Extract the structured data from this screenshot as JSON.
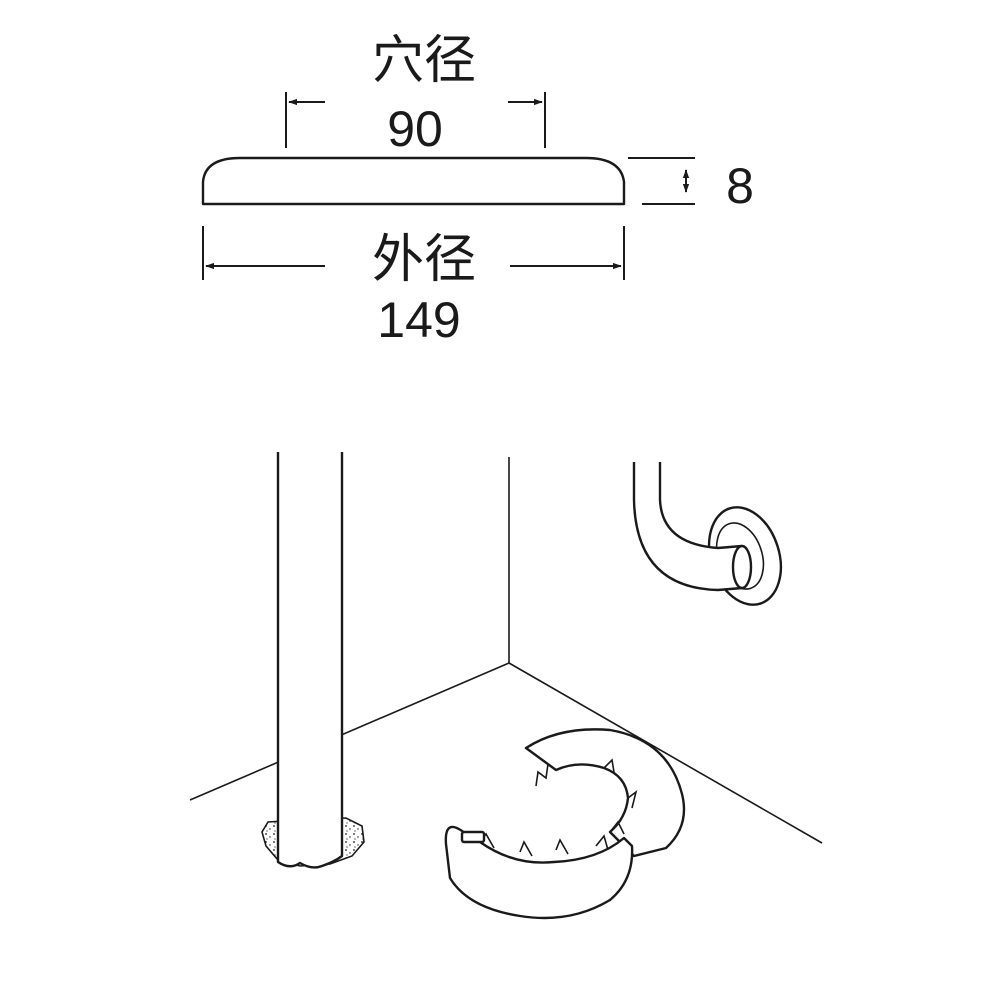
{
  "dimensions": {
    "hole_label": "穴径",
    "hole_value": "90",
    "outer_label": "外径",
    "outer_value": "149",
    "thickness_value": "8"
  },
  "colors": {
    "ink": "#1a1a1a",
    "background": "#ffffff"
  }
}
